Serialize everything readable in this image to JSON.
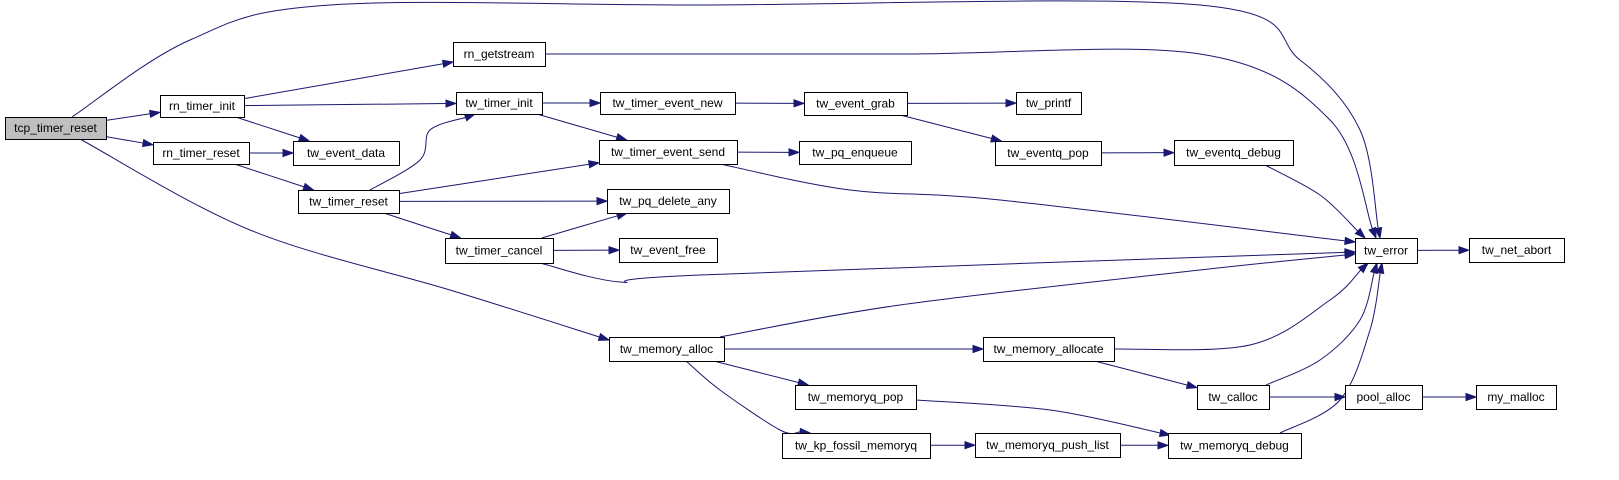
{
  "colors": {
    "edge": "#191970",
    "root_fill": "#bfbfbf",
    "node_fill": "#ffffff",
    "node_border": "#000000"
  },
  "root": "tcp_timer_reset",
  "nodes": [
    {
      "id": "tcp_timer_reset",
      "label": "tcp_timer_reset"
    },
    {
      "id": "rn_timer_init",
      "label": "rn_timer_init"
    },
    {
      "id": "rn_timer_reset",
      "label": "rn_timer_reset"
    },
    {
      "id": "rn_getstream",
      "label": "rn_getstream"
    },
    {
      "id": "tw_event_data",
      "label": "tw_event_data"
    },
    {
      "id": "tw_timer_init",
      "label": "tw_timer_init"
    },
    {
      "id": "tw_timer_reset",
      "label": "tw_timer_reset"
    },
    {
      "id": "tw_timer_cancel",
      "label": "tw_timer_cancel"
    },
    {
      "id": "tw_timer_event_new",
      "label": "tw_timer_event_new"
    },
    {
      "id": "tw_timer_event_send",
      "label": "tw_timer_event_send"
    },
    {
      "id": "tw_pq_delete_any",
      "label": "tw_pq_delete_any"
    },
    {
      "id": "tw_event_free",
      "label": "tw_event_free"
    },
    {
      "id": "tw_event_grab",
      "label": "tw_event_grab"
    },
    {
      "id": "tw_pq_enqueue",
      "label": "tw_pq_enqueue"
    },
    {
      "id": "tw_printf",
      "label": "tw_printf"
    },
    {
      "id": "tw_eventq_pop",
      "label": "tw_eventq_pop"
    },
    {
      "id": "tw_eventq_debug",
      "label": "tw_eventq_debug"
    },
    {
      "id": "tw_error",
      "label": "tw_error"
    },
    {
      "id": "tw_net_abort",
      "label": "tw_net_abort"
    },
    {
      "id": "tw_memory_alloc",
      "label": "tw_memory_alloc"
    },
    {
      "id": "tw_memory_allocate",
      "label": "tw_memory_allocate"
    },
    {
      "id": "tw_memoryq_pop",
      "label": "tw_memoryq_pop"
    },
    {
      "id": "tw_kp_fossil_memoryq",
      "label": "tw_kp_fossil_memoryq"
    },
    {
      "id": "tw_memoryq_push_list",
      "label": "tw_memoryq_push_list"
    },
    {
      "id": "tw_memoryq_debug",
      "label": "tw_memoryq_debug"
    },
    {
      "id": "tw_calloc",
      "label": "tw_calloc"
    },
    {
      "id": "pool_alloc",
      "label": "pool_alloc"
    },
    {
      "id": "my_malloc",
      "label": "my_malloc"
    }
  ],
  "edges": [
    [
      "tcp_timer_reset",
      "rn_timer_init"
    ],
    [
      "tcp_timer_reset",
      "rn_timer_reset"
    ],
    [
      "tcp_timer_reset",
      "tw_error"
    ],
    [
      "tcp_timer_reset",
      "tw_memory_alloc"
    ],
    [
      "rn_timer_init",
      "rn_getstream"
    ],
    [
      "rn_timer_init",
      "tw_timer_init"
    ],
    [
      "rn_timer_init",
      "tw_event_data"
    ],
    [
      "rn_timer_reset",
      "tw_event_data"
    ],
    [
      "rn_timer_reset",
      "tw_timer_reset"
    ],
    [
      "rn_getstream",
      "tw_error"
    ],
    [
      "tw_timer_init",
      "tw_timer_event_new"
    ],
    [
      "tw_timer_init",
      "tw_timer_event_send"
    ],
    [
      "tw_timer_reset",
      "tw_timer_init"
    ],
    [
      "tw_timer_reset",
      "tw_timer_event_send"
    ],
    [
      "tw_timer_reset",
      "tw_pq_delete_any"
    ],
    [
      "tw_timer_reset",
      "tw_timer_cancel"
    ],
    [
      "tw_timer_cancel",
      "tw_pq_delete_any"
    ],
    [
      "tw_timer_cancel",
      "tw_event_free"
    ],
    [
      "tw_timer_cancel",
      "tw_error"
    ],
    [
      "tw_timer_event_new",
      "tw_event_grab"
    ],
    [
      "tw_timer_event_send",
      "tw_pq_enqueue"
    ],
    [
      "tw_timer_event_send",
      "tw_error"
    ],
    [
      "tw_event_grab",
      "tw_printf"
    ],
    [
      "tw_event_grab",
      "tw_eventq_pop"
    ],
    [
      "tw_eventq_pop",
      "tw_eventq_debug"
    ],
    [
      "tw_eventq_debug",
      "tw_error"
    ],
    [
      "tw_error",
      "tw_net_abort"
    ],
    [
      "tw_memory_alloc",
      "tw_error"
    ],
    [
      "tw_memory_alloc",
      "tw_memory_allocate"
    ],
    [
      "tw_memory_alloc",
      "tw_memoryq_pop"
    ],
    [
      "tw_memory_alloc",
      "tw_kp_fossil_memoryq"
    ],
    [
      "tw_memory_allocate",
      "tw_error"
    ],
    [
      "tw_memory_allocate",
      "tw_calloc"
    ],
    [
      "tw_memoryq_pop",
      "tw_memoryq_debug"
    ],
    [
      "tw_kp_fossil_memoryq",
      "tw_memoryq_push_list"
    ],
    [
      "tw_memoryq_push_list",
      "tw_memoryq_debug"
    ],
    [
      "tw_memoryq_debug",
      "tw_error"
    ],
    [
      "tw_calloc",
      "tw_error"
    ],
    [
      "tw_calloc",
      "pool_alloc"
    ],
    [
      "pool_alloc",
      "my_malloc"
    ]
  ]
}
